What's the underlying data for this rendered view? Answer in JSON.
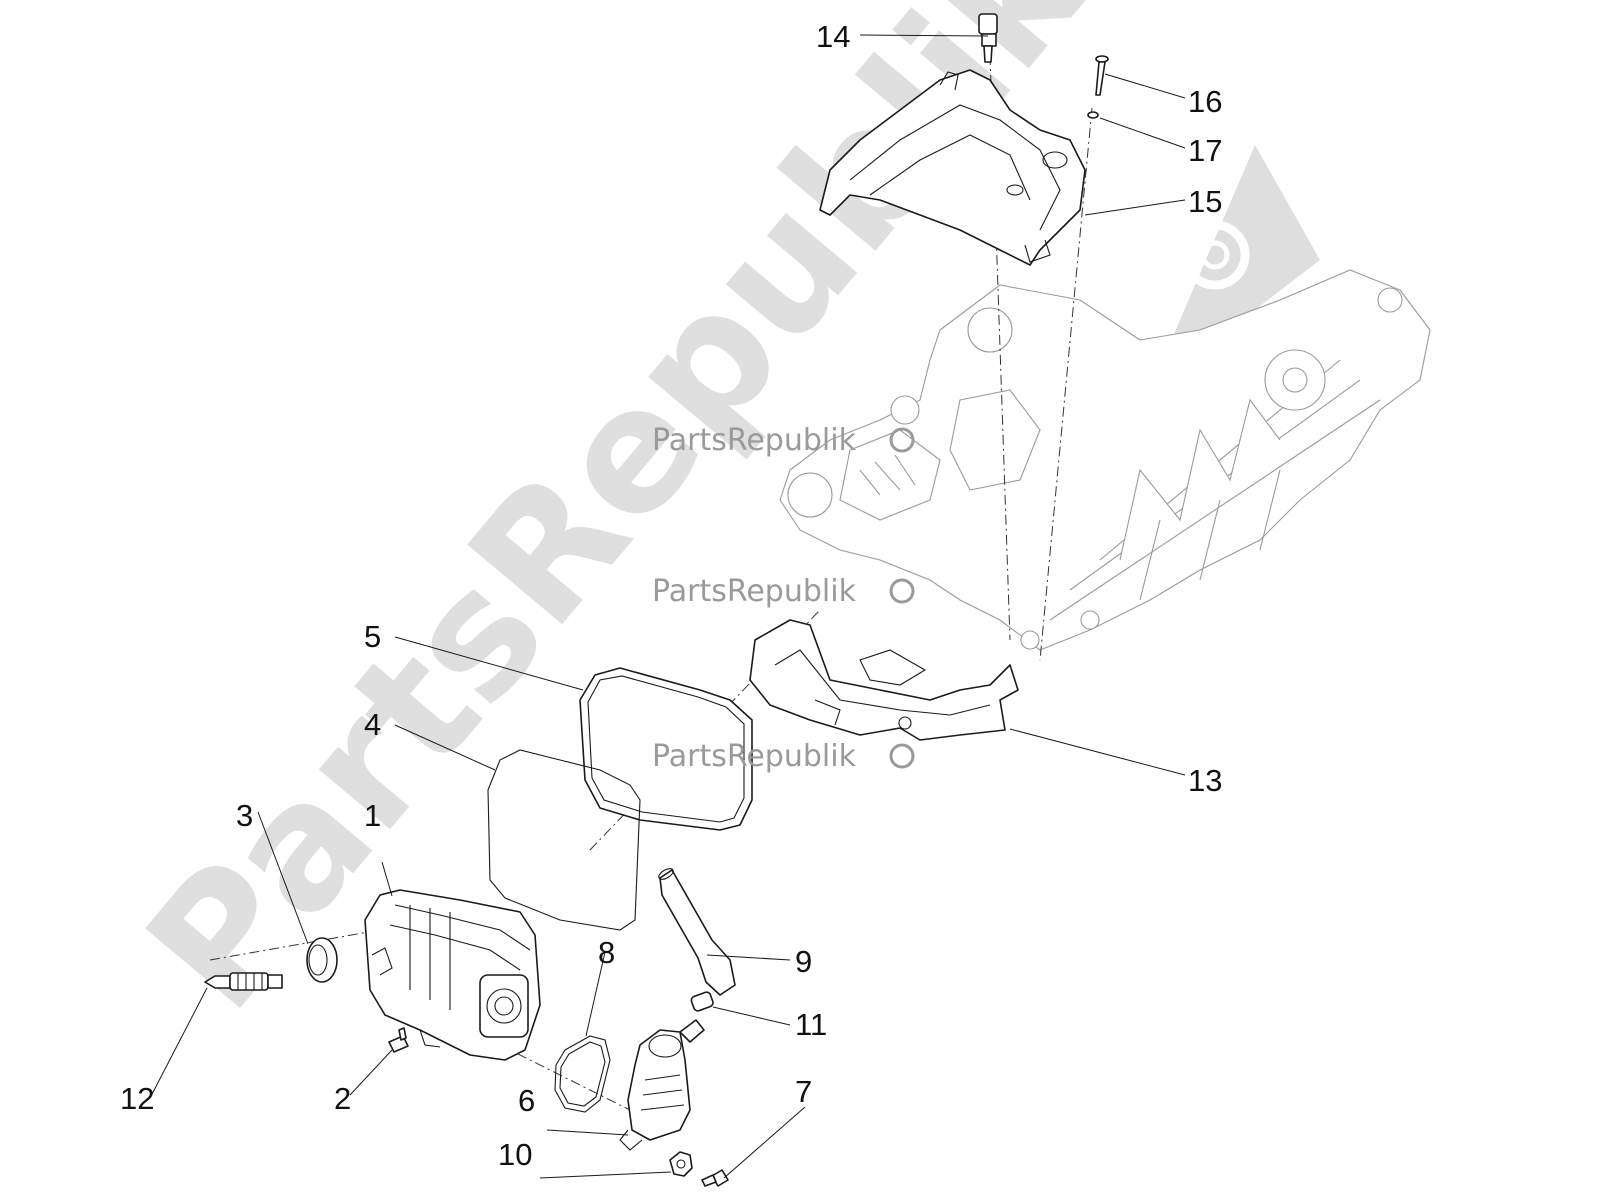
{
  "watermark": {
    "large_text": "PartsRepublik",
    "small_text": "PartsRepublik"
  },
  "callouts": [
    {
      "id": "1",
      "label": "1",
      "part": "cylinder-head-cover"
    },
    {
      "id": "2",
      "label": "2",
      "part": "screw"
    },
    {
      "id": "3",
      "label": "3",
      "part": "seal-ring"
    },
    {
      "id": "4",
      "label": "4",
      "part": "inner-gasket"
    },
    {
      "id": "5",
      "label": "5",
      "part": "cover-gasket"
    },
    {
      "id": "6",
      "label": "6",
      "part": "oil-breather"
    },
    {
      "id": "7",
      "label": "7",
      "part": "screw"
    },
    {
      "id": "8",
      "label": "8",
      "part": "o-ring"
    },
    {
      "id": "9",
      "label": "9",
      "part": "breather-hose"
    },
    {
      "id": "10",
      "label": "10",
      "part": "hose-clamp"
    },
    {
      "id": "11",
      "label": "11",
      "part": "hose-clamp"
    },
    {
      "id": "12",
      "label": "12",
      "part": "spark-plug"
    },
    {
      "id": "13",
      "label": "13",
      "part": "lower-shroud"
    },
    {
      "id": "14",
      "label": "14",
      "part": "sensor"
    },
    {
      "id": "15",
      "label": "15",
      "part": "upper-shroud"
    },
    {
      "id": "16",
      "label": "16",
      "part": "bolt"
    },
    {
      "id": "17",
      "label": "17",
      "part": "washer"
    }
  ]
}
